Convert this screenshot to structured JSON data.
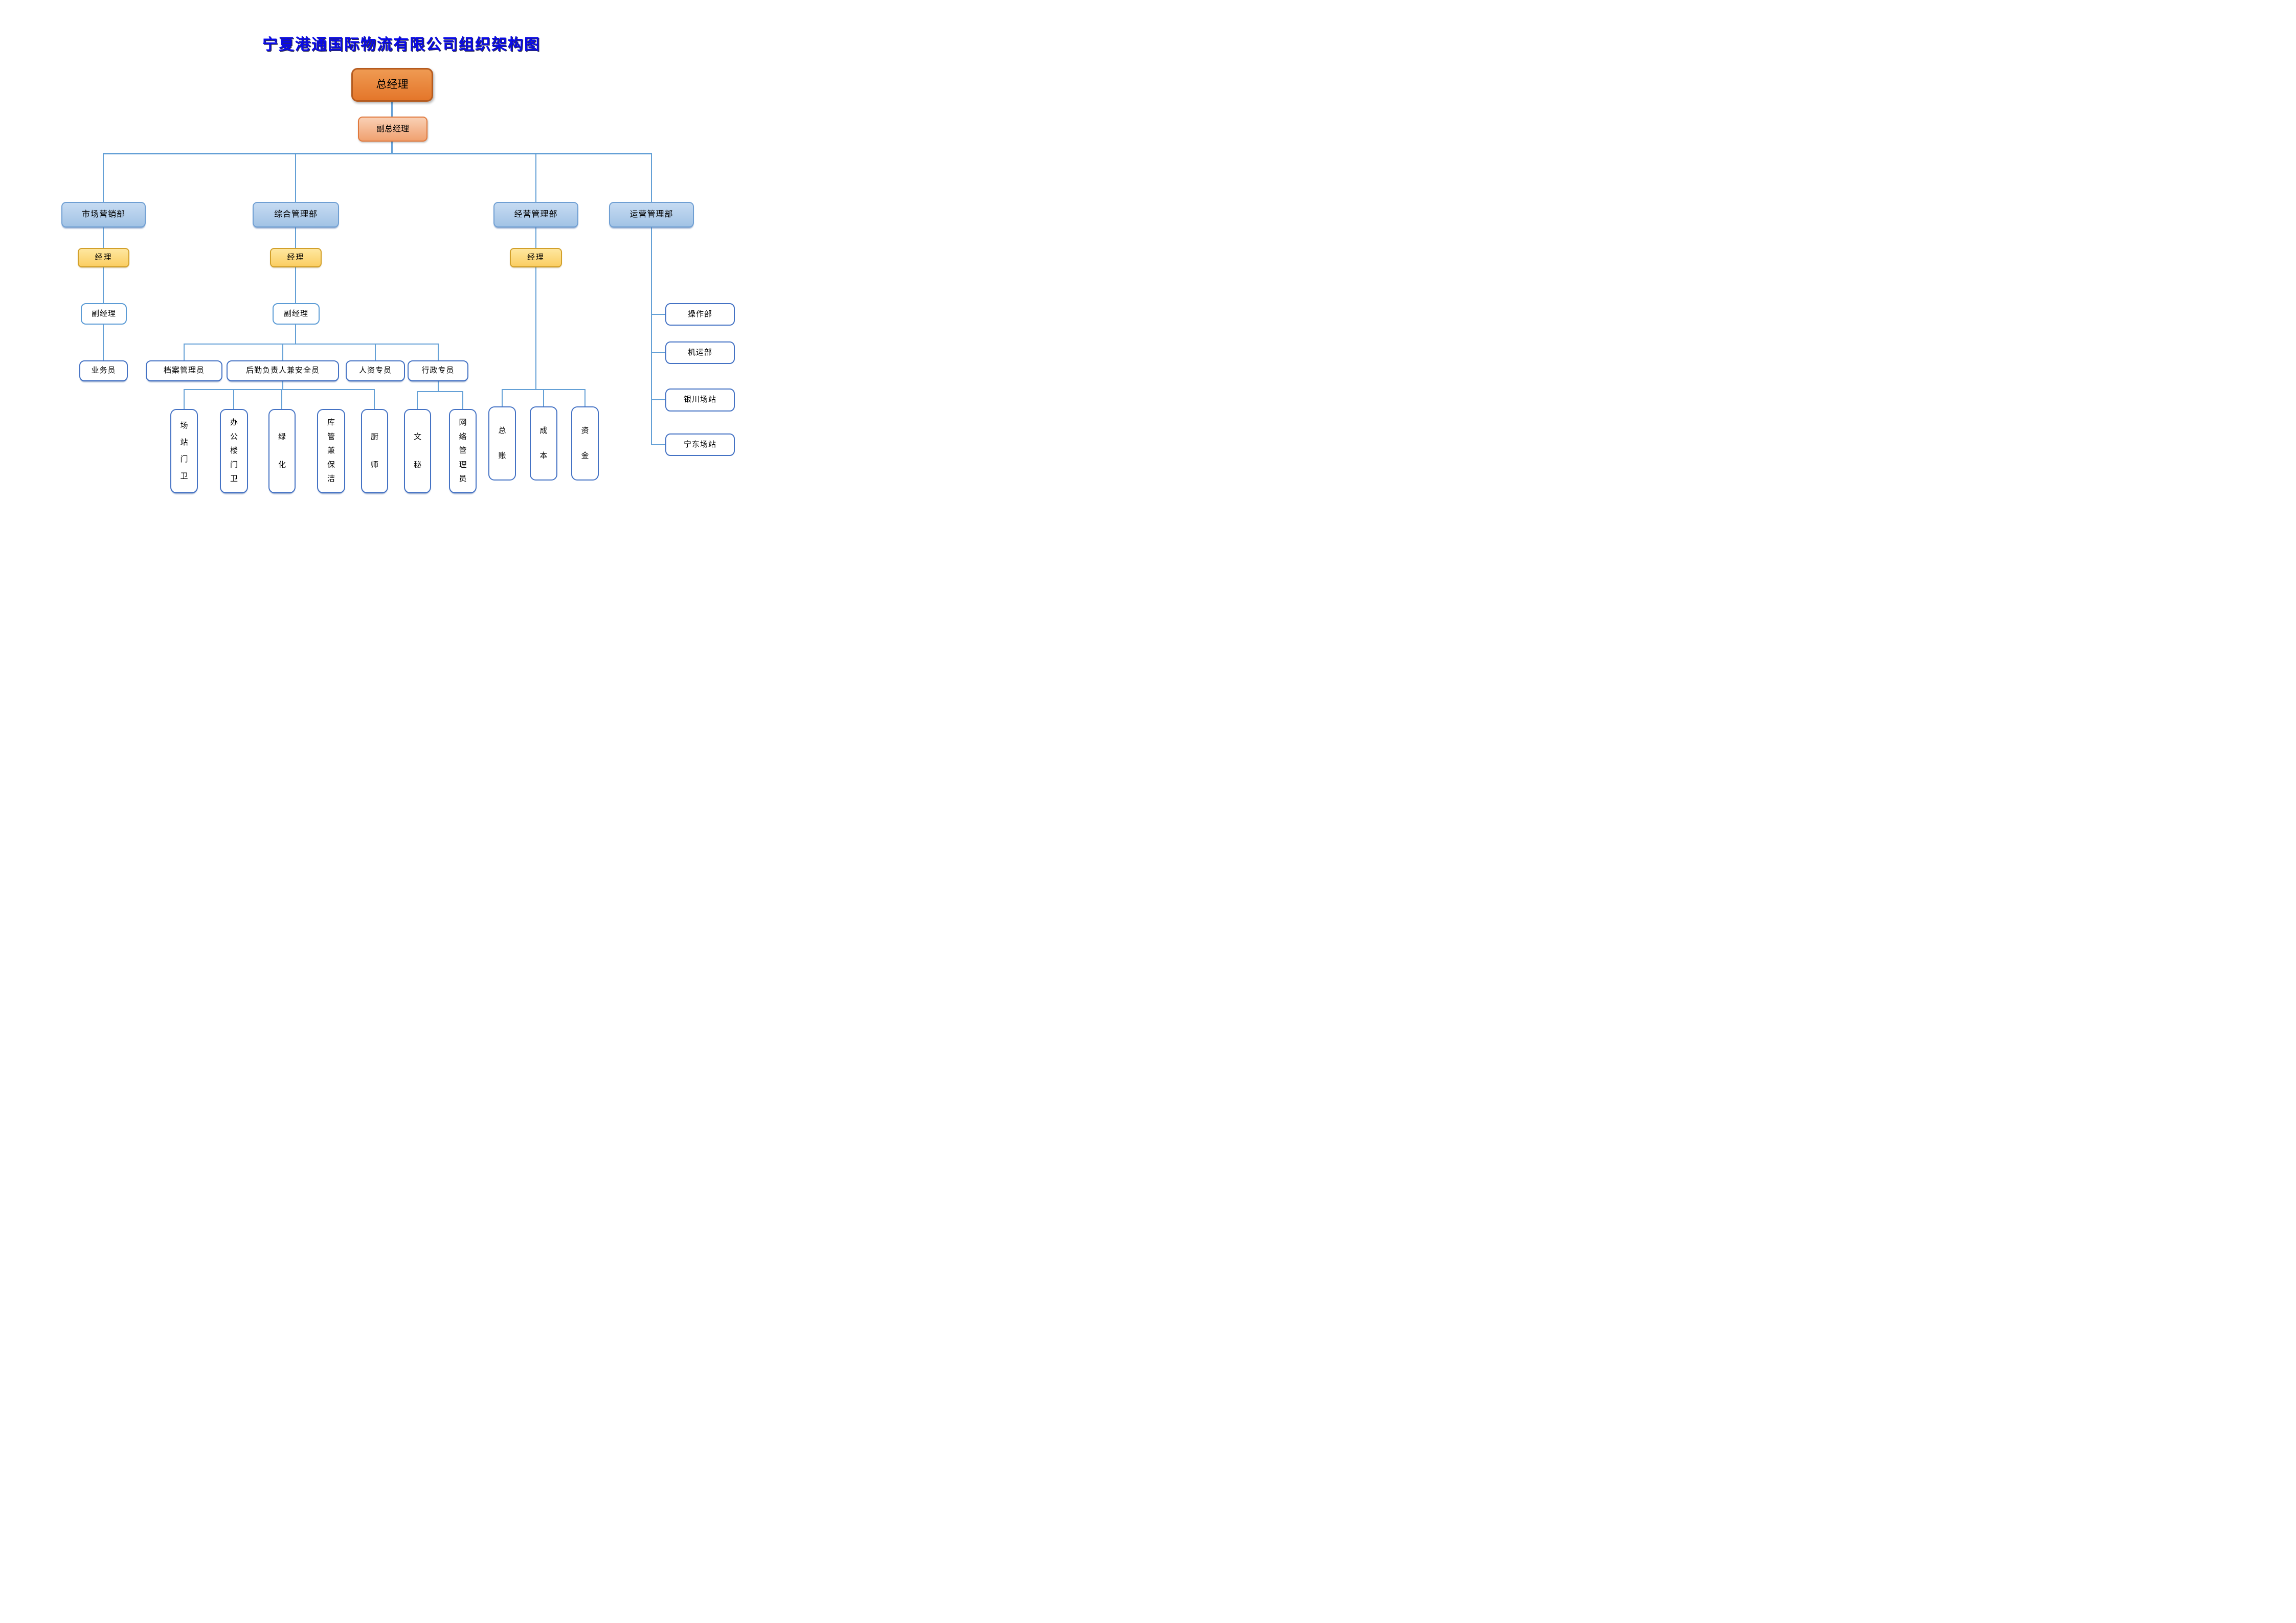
{
  "title": "宁夏港通国际物流有限公司组织架构图",
  "colors": {
    "title_blue": "#0a0ae8",
    "gm_fill_top": "#ef9a52",
    "gm_fill_bottom": "#e4762a",
    "gm_border": "#b55b1f",
    "dgm_fill_top": "#f9d0b5",
    "dgm_fill_bottom": "#f0a170",
    "dgm_border": "#e0783c",
    "dept_fill_top": "#c6dbf2",
    "dept_fill_bottom": "#a2c3e5",
    "dept_border": "#6f9fd3",
    "mgr_fill_top": "#fee7a0",
    "mgr_fill_bottom": "#fbce62",
    "mgr_border": "#d2a02a",
    "blue_light": "#5b9bd5",
    "blue_dark": "#4472c4",
    "line": "#64a0d6"
  },
  "nodes": {
    "general_manager": "总经理",
    "deputy_general_manager": "副总经理",
    "marketing_dept": "市场营销部",
    "marketing_manager": "经理",
    "marketing_deputy_manager": "副经理",
    "salesperson": "业务员",
    "general_admin_dept": "综合管理部",
    "admin_manager": "经理",
    "admin_deputy_manager": "副经理",
    "archive_clerk": "档案管理员",
    "logistics_safety_officer": "后勤负责人兼安全员",
    "hr_specialist": "人资专员",
    "admin_specialist": "行政专员",
    "station_guard": "场站门卫",
    "office_building_guard": "办公楼门卫",
    "greening": "绿化",
    "warehouse_cleaning": "库管兼保洁",
    "chef": "厨师",
    "secretary": "文秘",
    "network_admin": "网络管理员",
    "business_mgmt_dept": "经营管理部",
    "business_manager": "经理",
    "general_ledger": "总账",
    "cost": "成本",
    "funds": "资金",
    "operations_mgmt_dept": "运营管理部",
    "operation_dept": "操作部",
    "machine_transport_dept": "机运部",
    "yinchuan_station": "银川场站",
    "ningdong_station": "宁东场站"
  }
}
